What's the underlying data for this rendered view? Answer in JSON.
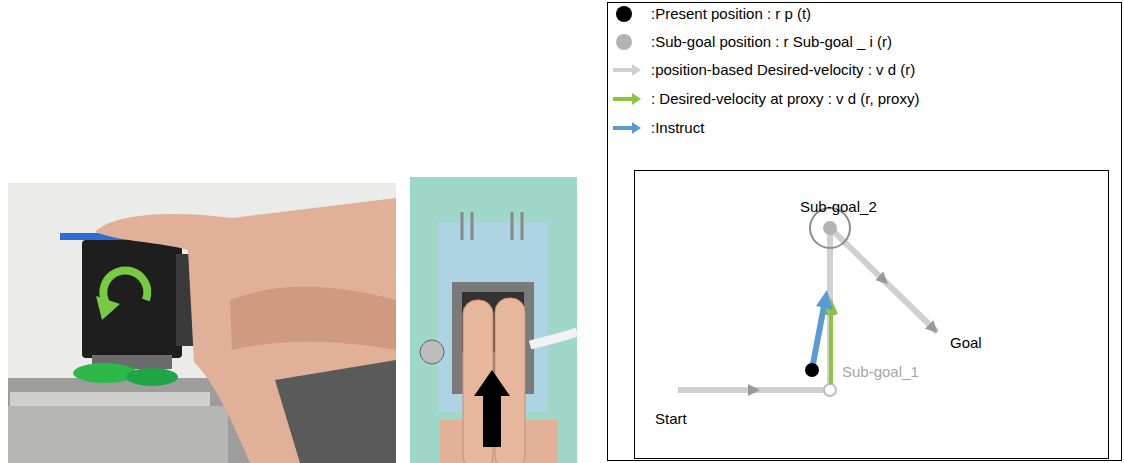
{
  "diagram": {
    "nodes": [
      {
        "text": [
          "Start"
        ]
      },
      {
        "text": [
          "Sub-goal_1"
        ]
      },
      {
        "text": [
          "Sub-goal_2"
        ]
      },
      {
        "text": [
          "Goal"
        ]
      }
    ],
    "edges": [
      {
        "from": 0,
        "to": 1,
        "arrow": "to"
      },
      {
        "from": 1,
        "to": 2,
        "arrow": "to"
      },
      {
        "from": 2,
        "to": 3,
        "arrow": "to"
      }
    ],
    "legend": [
      {
        "text": ":Present position : r p (t)",
        "color": "#000000"
      },
      {
        "text": ":Sub-goal position : r Sub-goal _ i (r)",
        "color": "#b3b3b3"
      },
      {
        "text": ":position-based Desired-velocity : v d (r)",
        "color": "#d0d0d0"
      },
      {
        "text": ": Desired-velocity at proxy : v d (r, proxy)",
        "color": "#8cc63f"
      },
      {
        "text": ":Instruct",
        "color": "#5b9bd5"
      }
    ]
  }
}
